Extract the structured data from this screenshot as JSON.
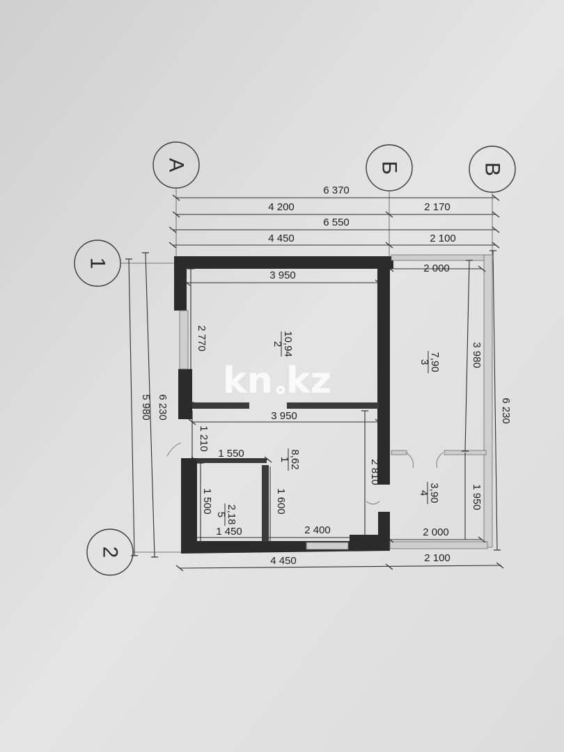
{
  "axes": {
    "a": "А",
    "b": "Б",
    "v": "В",
    "one": "1",
    "two": "2"
  },
  "dims": {
    "top_total_1": "6 370",
    "top_left_1": "4 200",
    "top_right_1": "2 170",
    "top_total_2": "6 550",
    "top_left_2": "4 450",
    "top_right_2": "2 100",
    "bottom_left": "4 450",
    "bottom_right": "2 100",
    "left_outer": "6 230",
    "left_inner": "5 980",
    "right_outer": "6 230",
    "room2_width": "3 950",
    "room2_height": "2 770",
    "room3_width": "2 000",
    "room3_height": "3 980",
    "corridor_width": "3 950",
    "corridor_left": "1 210",
    "bath_width_top": "1 550",
    "bath_width_bottom": "1 450",
    "bath_height_left": "1 500",
    "bath_height_right": "1 600",
    "corridor_height": "2 810",
    "entry_width": "2 400",
    "room4_width": "2 000",
    "room4_height": "1 950"
  },
  "rooms": [
    {
      "num": "2",
      "area": "10,94"
    },
    {
      "num": "3",
      "area": "7,90"
    },
    {
      "num": "1",
      "area": "8,62"
    },
    {
      "num": "5",
      "area": "2,18"
    },
    {
      "num": "4",
      "area": "3,90"
    }
  ],
  "watermark": {
    "brand": "kn",
    "tld": "kz"
  }
}
